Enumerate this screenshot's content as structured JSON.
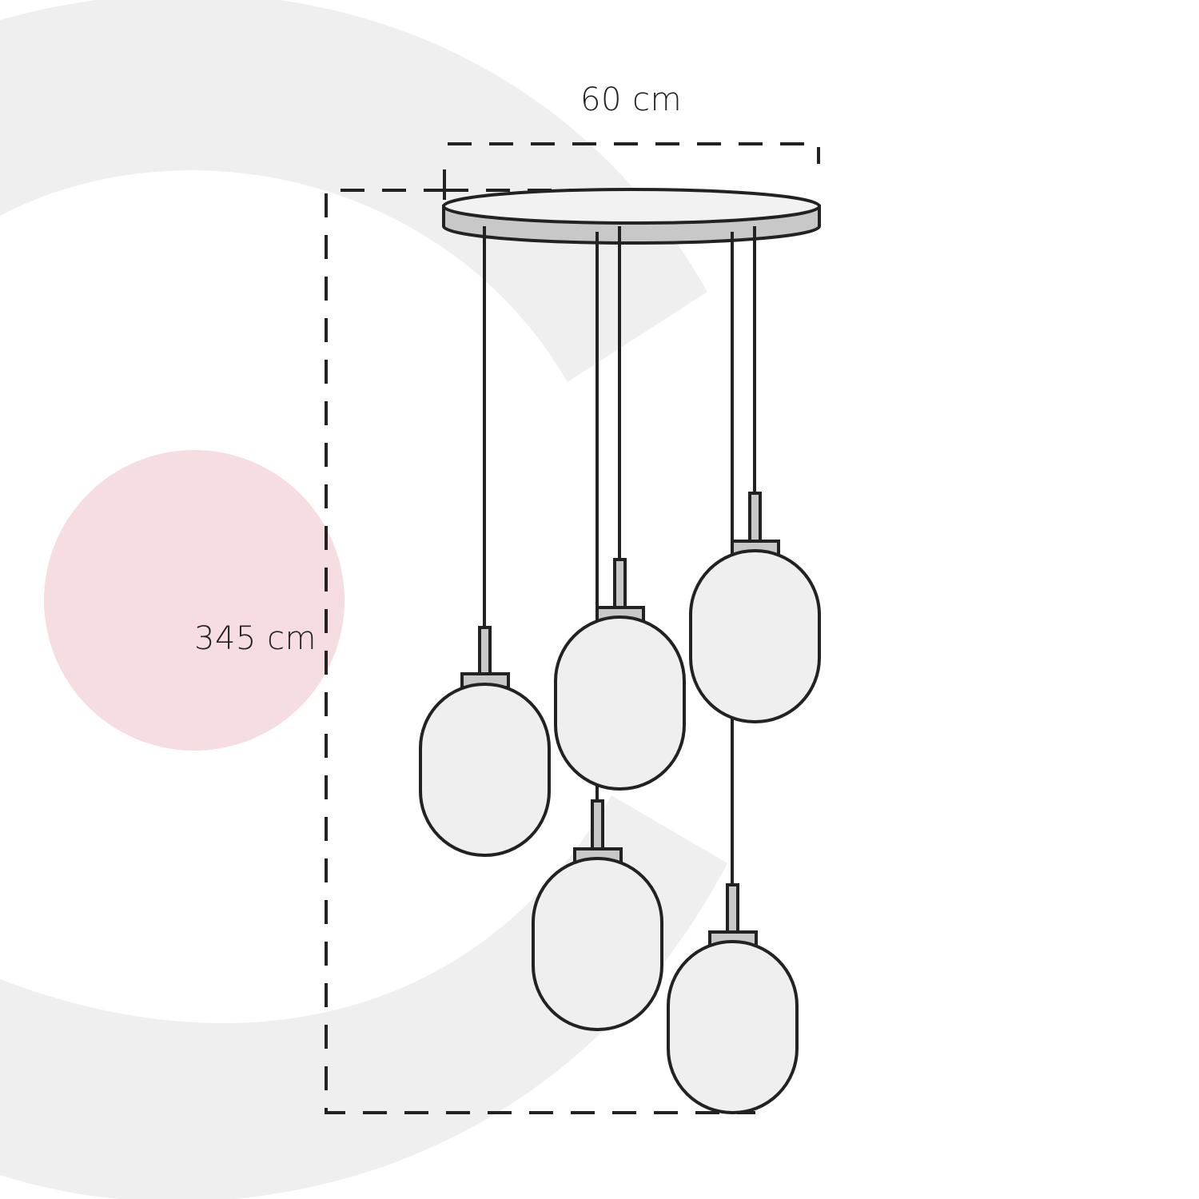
{
  "dimensions": {
    "width_label": "60 cm",
    "height_label": "345 cm"
  },
  "colors": {
    "background_ring": "#efefef",
    "accent_circle": "#f5dde1",
    "outline": "#222222",
    "canopy_fill": "#c8c8c8",
    "canopy_top": "#f2f2f2",
    "globe_fill": "#efefef",
    "cap_fill": "#c8c8c8"
  },
  "fixture": {
    "pendant_count": 5
  }
}
